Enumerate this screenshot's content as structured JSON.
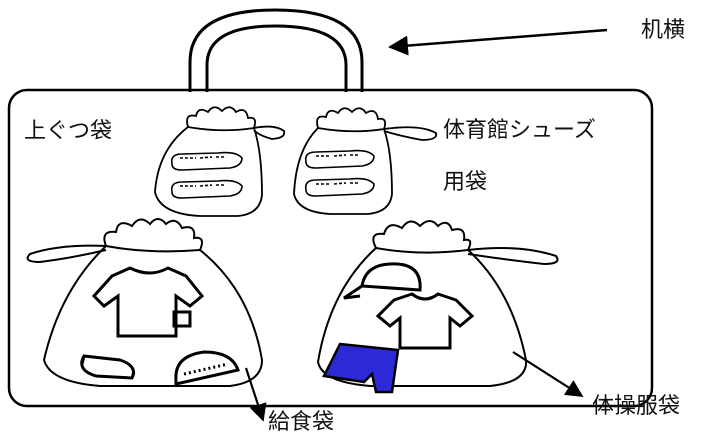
{
  "labels": {
    "desk_side": "机横",
    "indoor_shoes_bag": "上ぐつ袋",
    "gym_shoes_bag_line1": "体育館シューズ",
    "gym_shoes_bag_line2": "用袋",
    "lunch_bag": "給食袋",
    "gym_clothes_bag": "体操服袋"
  },
  "colors": {
    "outline": "#000000",
    "shorts": "#2b2ad6"
  },
  "icons": {
    "handle": "bag-handle-icon",
    "drawstring_bag": "drawstring-bag-icon",
    "shoes": "shoes-icon",
    "tshirt": "tshirt-icon",
    "cap": "cap-icon",
    "mask": "mask-icon",
    "shorts": "shorts-icon"
  }
}
